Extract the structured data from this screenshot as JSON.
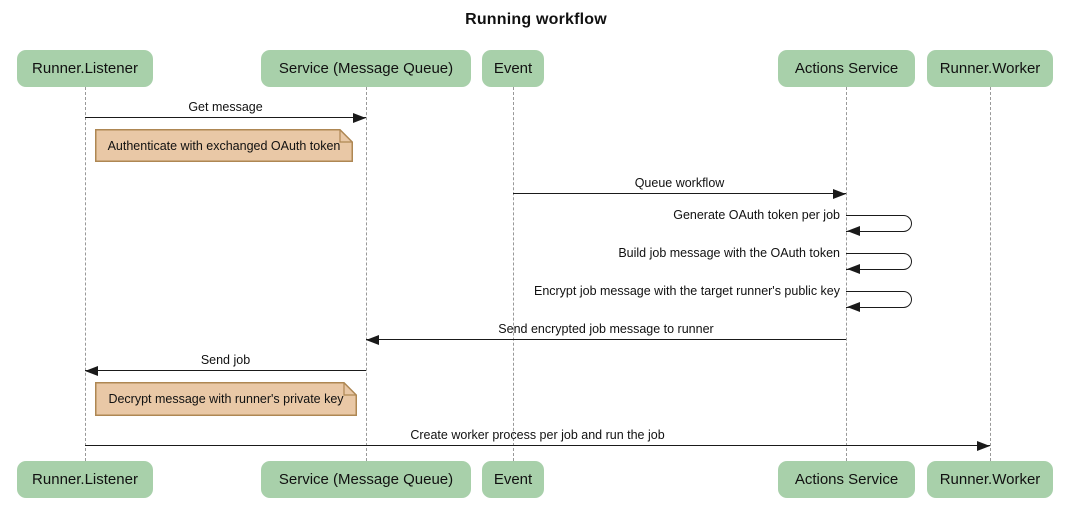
{
  "title": "Running workflow",
  "colors": {
    "actor_fill": "#A8D0AA",
    "note_fill": "#E9C8A6",
    "note_border": "#AE8753",
    "line": "#1A1A1A",
    "lifeline": "#999999",
    "text": "#111111",
    "background": "#FFFFFF"
  },
  "diagram_type": "sequence",
  "actors": [
    {
      "label": "Runner.Listener"
    },
    {
      "label": "Service (Message Queue)"
    },
    {
      "label": "Event"
    },
    {
      "label": "Actions Service"
    },
    {
      "label": "Runner.Worker"
    }
  ],
  "messages": [
    {
      "type": "arrow",
      "from": "Runner.Listener",
      "to": "Service (Message Queue)",
      "direction": "right",
      "label": "Get message"
    },
    {
      "type": "note",
      "position": "right of Runner.Listener",
      "label": "Authenticate with exchanged OAuth token"
    },
    {
      "type": "arrow",
      "from": "Event",
      "to": "Actions Service",
      "direction": "right",
      "label": "Queue workflow"
    },
    {
      "type": "self",
      "actor": "Actions Service",
      "label": "Generate OAuth token per job"
    },
    {
      "type": "self",
      "actor": "Actions Service",
      "label": "Build job message with the OAuth token"
    },
    {
      "type": "self",
      "actor": "Actions Service",
      "label": "Encrypt job message with the target runner's public key"
    },
    {
      "type": "arrow",
      "from": "Actions Service",
      "to": "Service (Message Queue)",
      "direction": "left",
      "label": "Send encrypted job message to runner"
    },
    {
      "type": "arrow",
      "from": "Service (Message Queue)",
      "to": "Runner.Listener",
      "direction": "left",
      "label": "Send job"
    },
    {
      "type": "note",
      "position": "right of Runner.Listener",
      "label": "Decrypt message with runner's private key"
    },
    {
      "type": "arrow",
      "from": "Runner.Listener",
      "to": "Runner.Worker",
      "direction": "right",
      "label": "Create worker process per job and run the job"
    }
  ]
}
